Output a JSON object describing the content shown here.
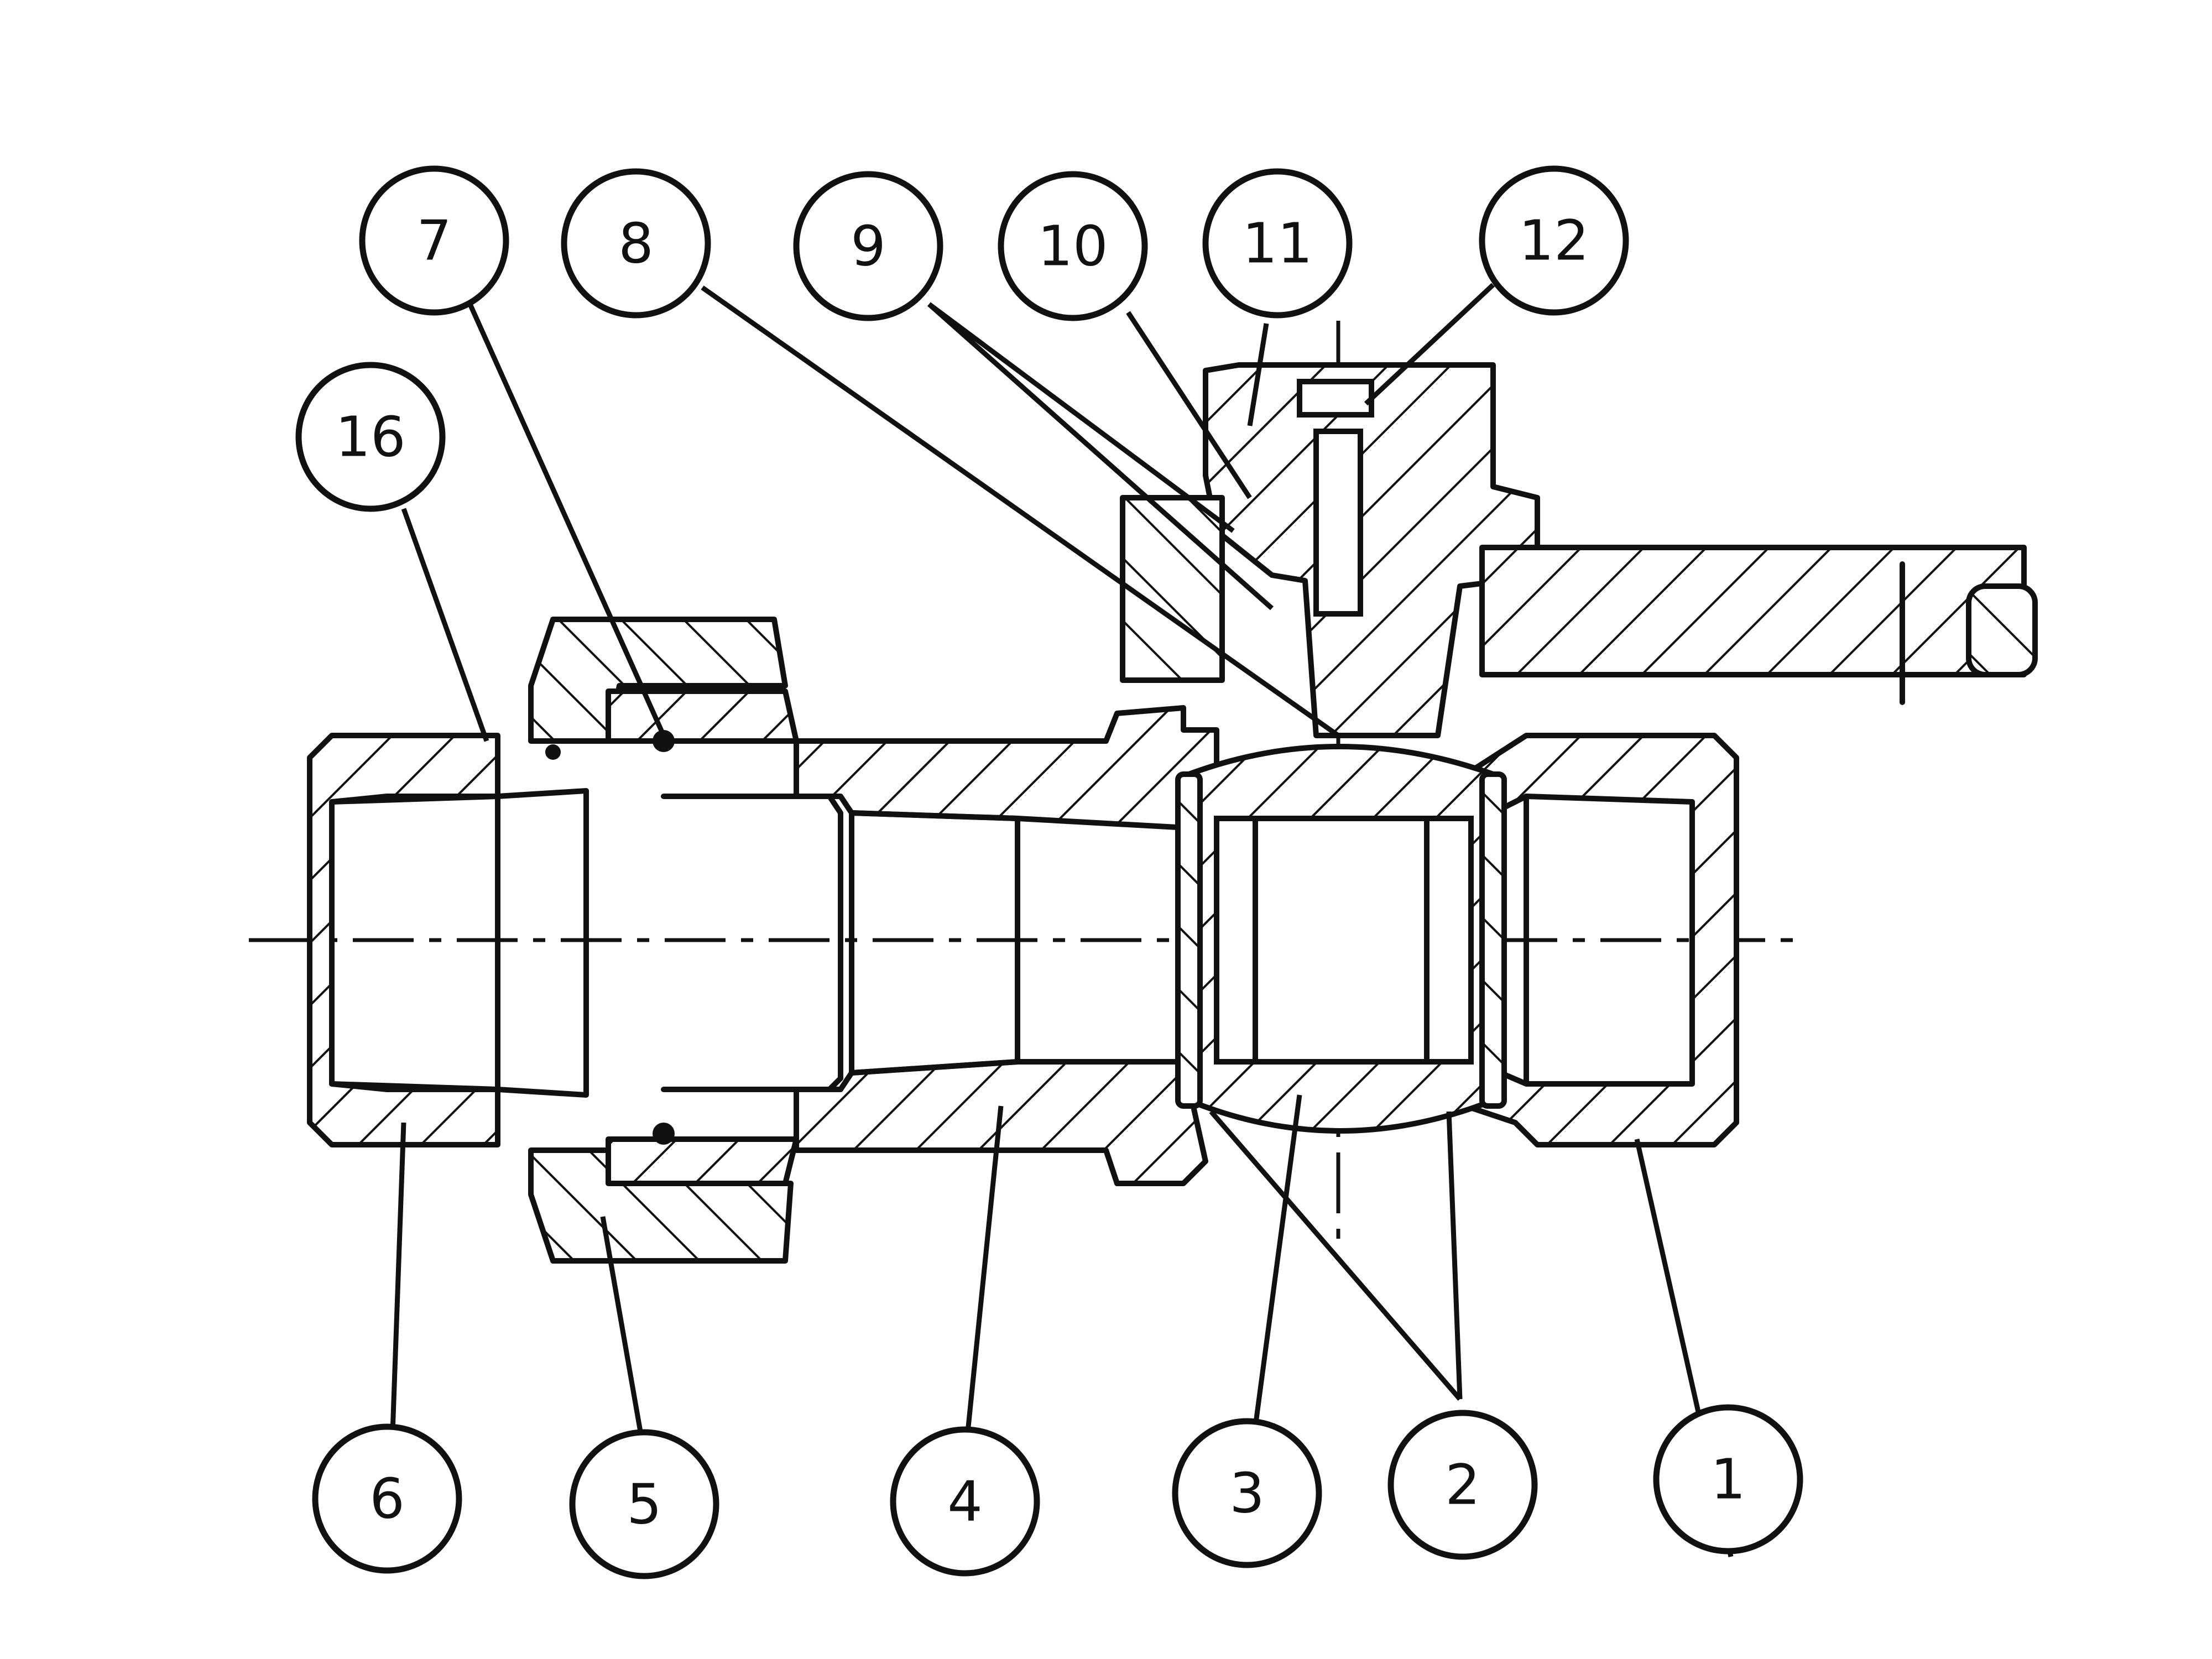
{
  "callouts": [
    {
      "id": "1",
      "label": "1"
    },
    {
      "id": "2",
      "label": "2"
    },
    {
      "id": "3",
      "label": "3"
    },
    {
      "id": "4",
      "label": "4"
    },
    {
      "id": "5",
      "label": "5"
    },
    {
      "id": "6",
      "label": "6"
    },
    {
      "id": "7",
      "label": "7"
    },
    {
      "id": "8",
      "label": "8"
    },
    {
      "id": "9",
      "label": "9"
    },
    {
      "id": "10",
      "label": "10"
    },
    {
      "id": "11",
      "label": "11"
    },
    {
      "id": "12",
      "label": "12"
    },
    {
      "id": "16",
      "label": "16"
    }
  ],
  "colors": {
    "line": "#111111",
    "background": "#ffffff"
  }
}
